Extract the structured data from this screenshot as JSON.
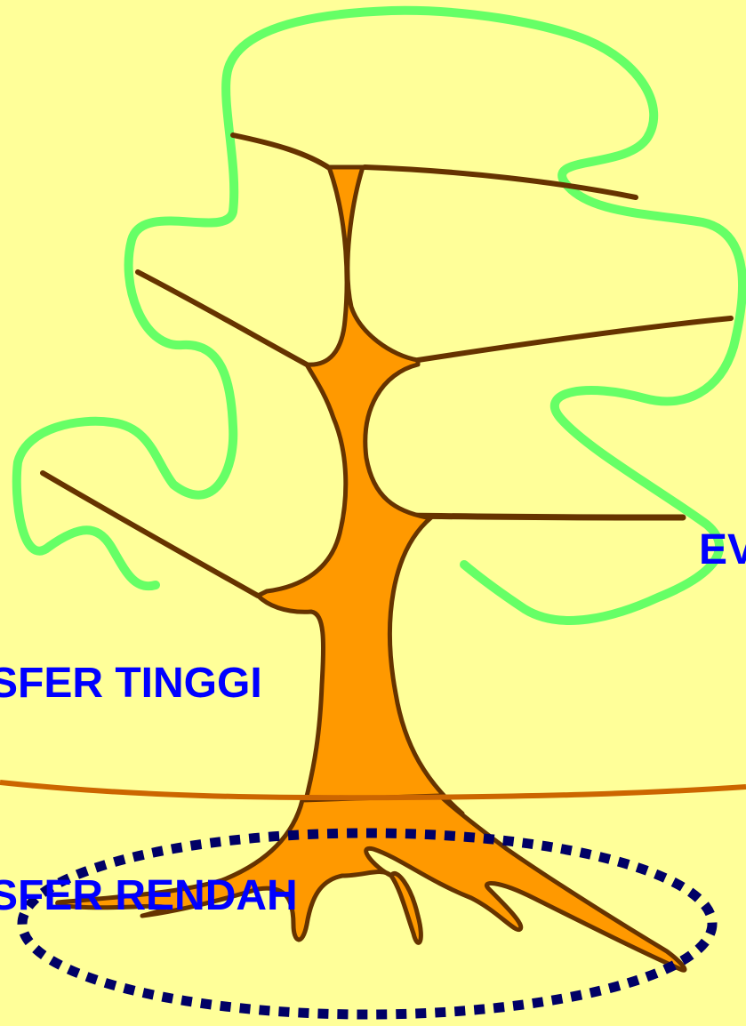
{
  "labels": {
    "upper": "SFER TINGGI",
    "lower": "SFER RENDAH",
    "right": "EV"
  },
  "colors": {
    "background": "#FFFF99",
    "canopy": "#66FF66",
    "trunk_fill": "#FF9900",
    "trunk_outline": "#663300",
    "ground_line": "#CC6600",
    "root_ellipse": "#000066",
    "label_text": "#0000FF"
  },
  "icons": {
    "canopy": "canopy-outline",
    "trunk": "tree-trunk",
    "roots": "root-system",
    "ground": "ground-line",
    "root_zone": "dashed-ellipse"
  }
}
